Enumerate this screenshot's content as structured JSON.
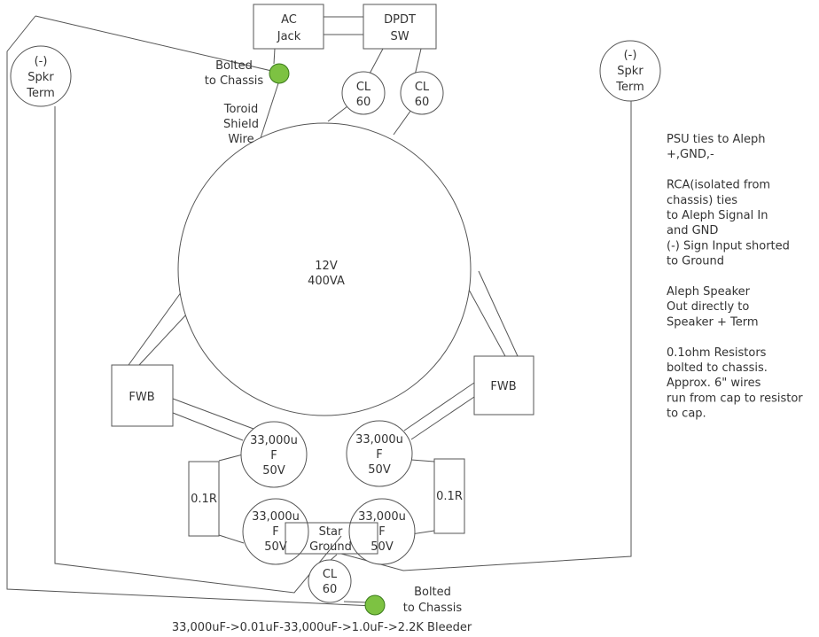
{
  "colors": {
    "line": "#555555",
    "text": "#333333",
    "bolt_fill": "#7dc242",
    "bolt_stroke": "#3a7a1a",
    "background": "#ffffff"
  },
  "boxes": {
    "ac_jack": [
      "AC",
      "Jack"
    ],
    "dpdt_sw": [
      "DPDT",
      "SW"
    ],
    "fwb_left": [
      "FWB"
    ],
    "fwb_right": [
      "FWB"
    ],
    "resistor_left": [
      "0.1R"
    ],
    "resistor_right": [
      "0.1R"
    ],
    "star_ground": [
      "Star",
      "Ground"
    ]
  },
  "circles": {
    "spkr_left": [
      "(-)",
      "Spkr",
      "Term"
    ],
    "spkr_right": [
      "(-)",
      "Spkr",
      "Term"
    ],
    "cl60_a": [
      "CL",
      "60"
    ],
    "cl60_b": [
      "CL",
      "60"
    ],
    "cl60_bottom": [
      "CL",
      "60"
    ],
    "transformer": [
      "12V",
      "400VA"
    ],
    "cap_upper_left": [
      "33,000u",
      "F",
      "50V"
    ],
    "cap_upper_right": [
      "33,000u",
      "F",
      "50V"
    ],
    "cap_lower_left": [
      "33,000u",
      "F",
      "50V"
    ],
    "cap_lower_right": [
      "33,000u",
      "F",
      "50V"
    ]
  },
  "labels": {
    "bolted_top": [
      "Bolted",
      "to Chassis"
    ],
    "toroid_shield": [
      "Toroid",
      "Shield",
      "Wire"
    ],
    "bolted_bottom": [
      "Bolted",
      "to Chassis"
    ],
    "bleeder_caption": [
      "33,000uF->0.01uF-33,000uF->1.0uF->2.2K Bleeder"
    ]
  },
  "notes": [
    "PSU ties to Aleph",
    "+,GND,-",
    "",
    "RCA(isolated from",
    "chassis) ties",
    "to Aleph Signal In",
    "and GND",
    "(-) Sign Input shorted",
    "to Ground",
    "",
    "Aleph Speaker",
    "Out directly to",
    "Speaker + Term",
    "",
    "0.1ohm Resistors",
    "bolted to chassis.",
    "Approx. 6\" wires",
    "run from cap to resistor",
    "to cap."
  ]
}
